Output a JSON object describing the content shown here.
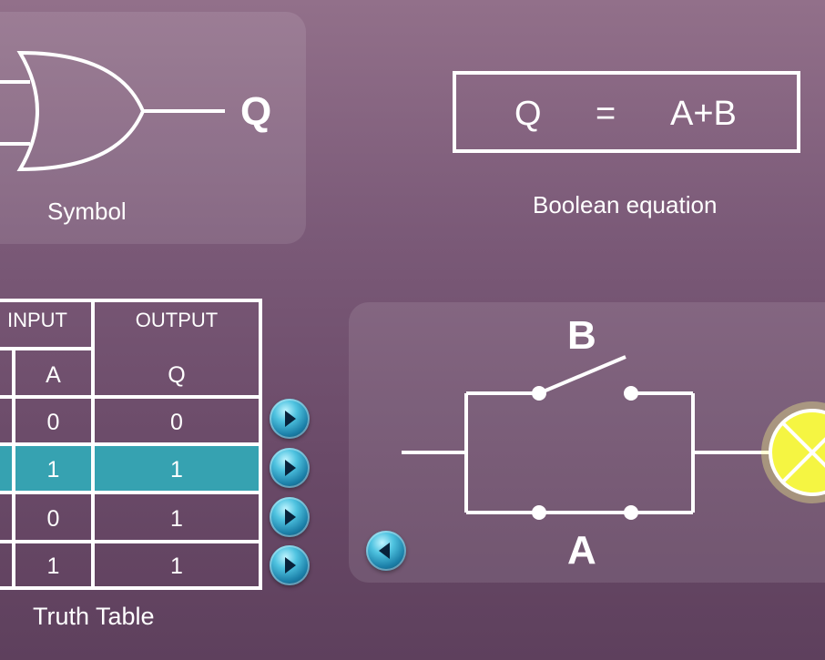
{
  "symbol": {
    "output_label": "Q",
    "caption": "Symbol"
  },
  "equation": {
    "lhs": "Q",
    "eq": "=",
    "rhs": "A+B",
    "caption": "Boolean equation"
  },
  "truth_table": {
    "input_header": "INPUT",
    "output_header": "OUTPUT",
    "col_a": "A",
    "col_q": "Q",
    "rows": [
      {
        "a": "0",
        "q": "0",
        "highlighted": false
      },
      {
        "a": "1",
        "q": "1",
        "highlighted": true
      },
      {
        "a": "0",
        "q": "1",
        "highlighted": false
      },
      {
        "a": "1",
        "q": "1",
        "highlighted": false
      }
    ],
    "highlight_color": "#36a2b1",
    "caption": "Truth Table"
  },
  "circuit": {
    "switch_b_label": "B",
    "switch_a_label": "A",
    "switch_b_state": "open",
    "switch_a_state": "closed",
    "lamp_state": "on",
    "lamp_color": "#f5f542"
  },
  "nav": {
    "row_buttons": [
      "forward-icon",
      "forward-icon",
      "forward-icon",
      "forward-icon"
    ],
    "back_button": "back-icon"
  }
}
